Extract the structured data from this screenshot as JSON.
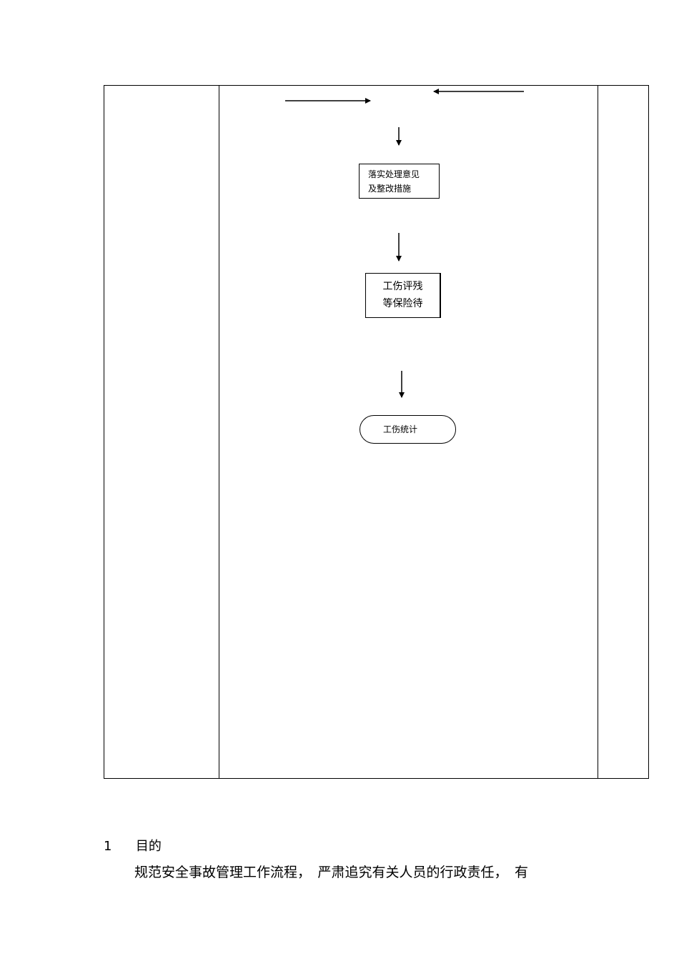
{
  "flowchart": {
    "step_implement": [
      "落实处理意见",
      "及整改措施"
    ],
    "step_disability": [
      "工伤评残",
      "等保险待"
    ],
    "end_node": "工伤统计"
  },
  "section": {
    "number": "1",
    "title": "目的",
    "paragraph": "规范安全事故管理工作流程，　严肃追究有关人员的行政责任，　有"
  }
}
